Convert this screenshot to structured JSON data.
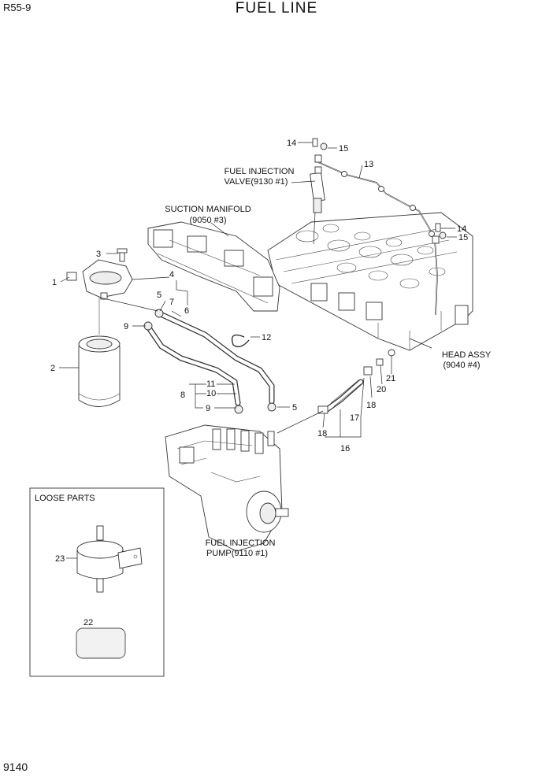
{
  "header": {
    "model": "R55-9",
    "title": "FUEL LINE"
  },
  "footer": {
    "page_code": "9140"
  },
  "assemblies": {
    "injection_valve": [
      "FUEL INJECTION",
      "VALVE(9130 #1)"
    ],
    "suction_manifold": [
      "SUCTION MANIFOLD",
      "(9050 #3)"
    ],
    "head_assy": [
      "HEAD ASSY",
      "(9040 #4)"
    ],
    "injection_pump": [
      "FUEL INJECTION",
      "PUMP(9110 #1)"
    ]
  },
  "loose_parts": {
    "title": "LOOSE PARTS",
    "items": [
      "23",
      "22"
    ]
  },
  "callouts": {
    "c1": "1",
    "c2": "2",
    "c3": "3",
    "c4": "4",
    "c5a": "5",
    "c5b": "5",
    "c6": "6",
    "c7": "7",
    "c8": "8",
    "c9a": "9",
    "c9b": "9",
    "c10": "10",
    "c11": "11",
    "c12": "12",
    "c13": "13",
    "c14a": "14",
    "c14b": "14",
    "c15a": "15",
    "c15b": "15",
    "c16": "16",
    "c17": "17",
    "c18a": "18",
    "c18b": "18",
    "c20": "20",
    "c21": "21"
  }
}
